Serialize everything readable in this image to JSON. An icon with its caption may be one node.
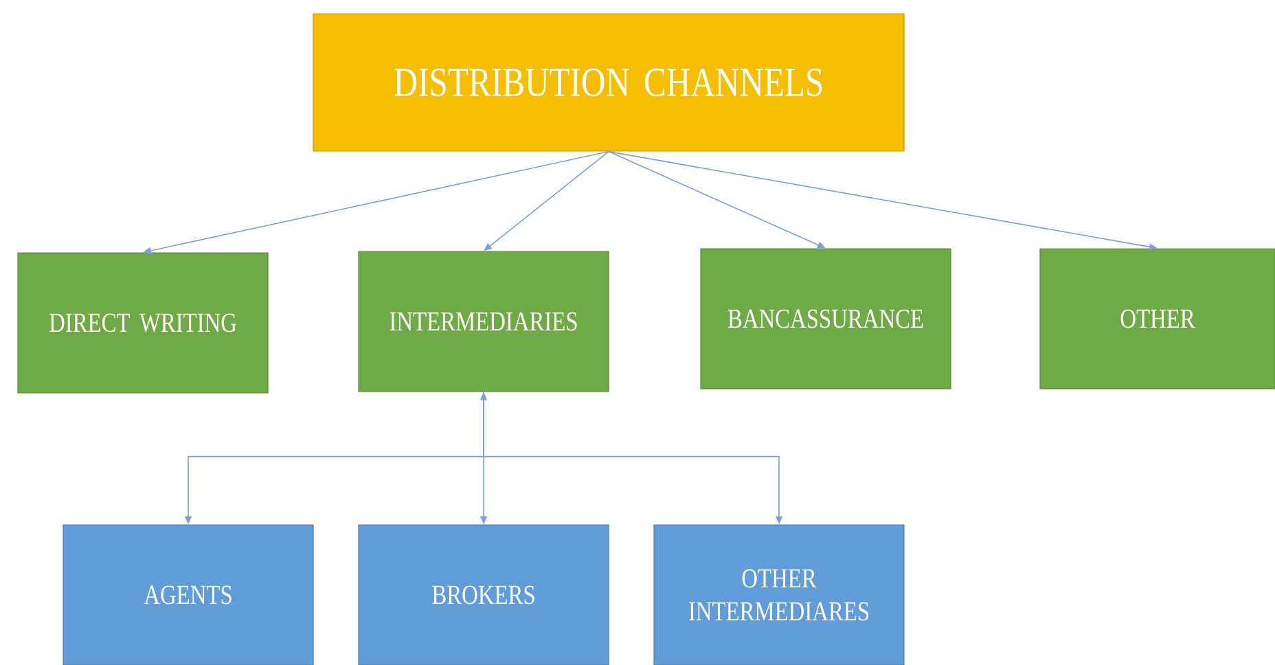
{
  "diagram": {
    "nodes": [
      {
        "text": [
          "DISTRIBUTION CHANNELS"
        ]
      },
      {
        "text": [
          "DIRECT WRITING"
        ]
      },
      {
        "text": [
          "INTERMEDIARIES"
        ]
      },
      {
        "text": [
          "BANCASSURANCE"
        ]
      },
      {
        "text": [
          "OTHER"
        ]
      },
      {
        "text": [
          "AGENTS"
        ]
      },
      {
        "text": [
          "BROKERS"
        ]
      },
      {
        "text": [
          "OTHER INTERMEDIARES"
        ]
      }
    ],
    "edges": [
      {
        "from": 0,
        "to": 1,
        "arrow": "to"
      },
      {
        "from": 0,
        "to": 2,
        "arrow": "to"
      },
      {
        "from": 0,
        "to": 3,
        "arrow": "to"
      },
      {
        "from": 0,
        "to": 4,
        "arrow": "to"
      },
      {
        "from": 2,
        "to": 5,
        "arrow": "to"
      },
      {
        "from": 2,
        "to": 6,
        "arrow": "both"
      },
      {
        "from": 2,
        "to": 7,
        "arrow": "to"
      }
    ]
  }
}
